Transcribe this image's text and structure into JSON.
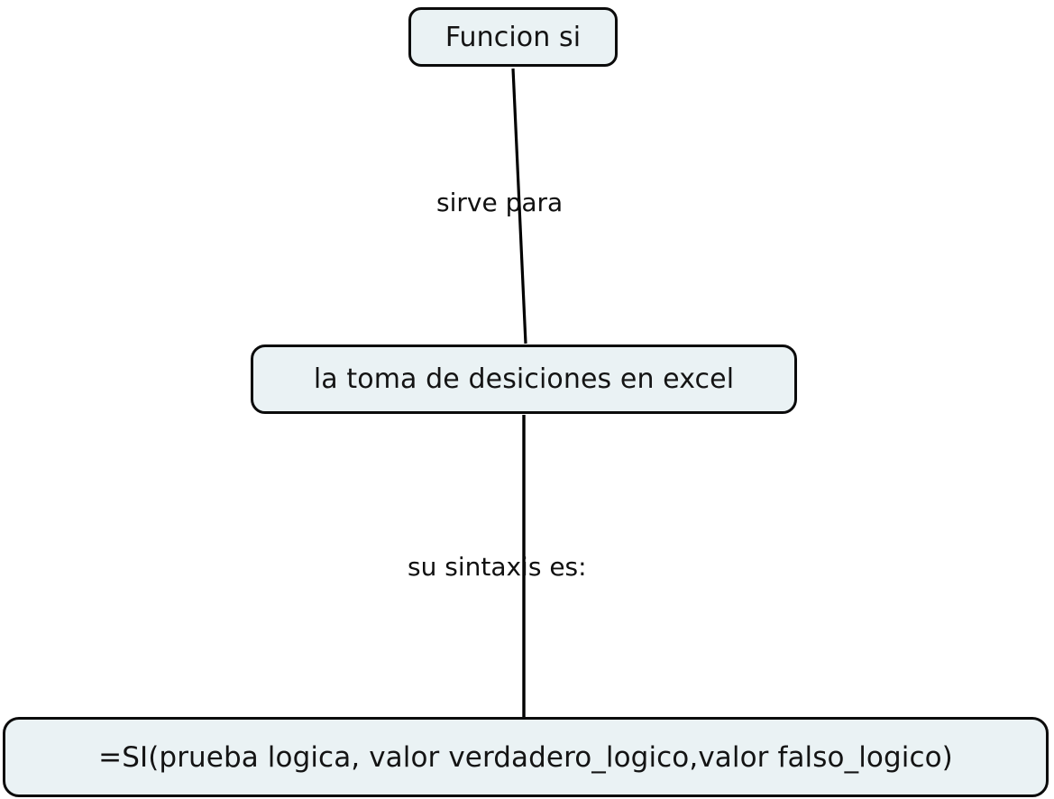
{
  "diagram": {
    "title": "Funcion si - mapa conceptual",
    "background_color": "#ffffff",
    "node_fill_color": "#eaf2f4",
    "node_border_color": "#0b0b0b",
    "edge_color": "#000000",
    "text_color": "#141414",
    "nodes": [
      {
        "id": "funcion-si",
        "label": "Funcion si"
      },
      {
        "id": "toma-decisiones",
        "label": "la toma de desiciones en excel"
      },
      {
        "id": "sintaxis-formula",
        "label": "=SI(prueba logica, valor verdadero_logico,valor falso_logico)"
      }
    ],
    "edges": [
      {
        "id": "edge-1",
        "from": "funcion-si",
        "to": "toma-decisiones",
        "label": "sirve para"
      },
      {
        "id": "edge-2",
        "from": "toma-decisiones",
        "to": "sintaxis-formula",
        "label": "su sintaxis es:"
      }
    ]
  }
}
